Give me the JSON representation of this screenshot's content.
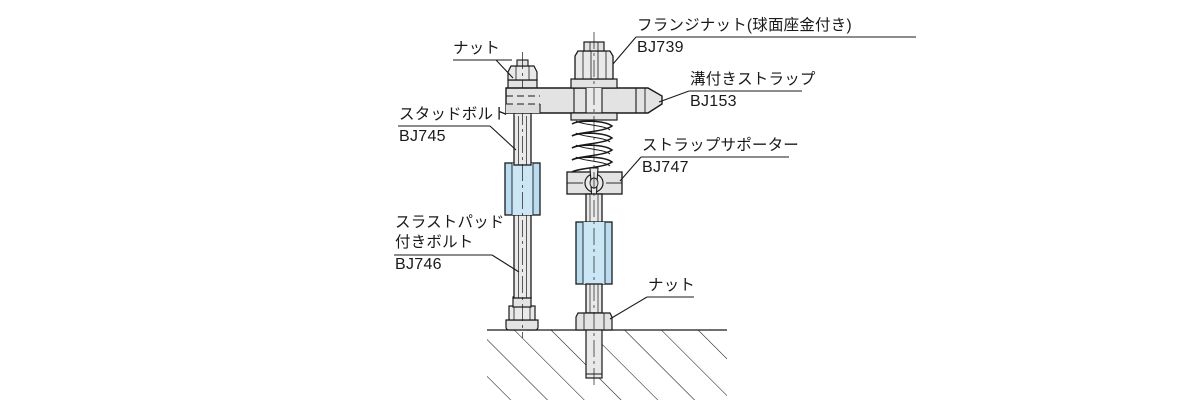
{
  "figure": {
    "type": "technical-cross-section-diagram",
    "title": "",
    "description": "Cross-section assembly drawing of a grooved strap clamp mounted on a hatched base",
    "background_color": "#ffffff",
    "line_color": "#1a1a1a",
    "metal_fill_color": "#e3e3e3",
    "metal_fill_light": "#efefef",
    "highlight_color": "#b8dcf0",
    "highlight_color_dark": "#9ecde8",
    "text_color": "#1a1a1a"
  },
  "callouts": [
    {
      "id": "nut-top-left",
      "caption": "ナット",
      "code": "",
      "underline": true,
      "leader": "diagonal-down-right"
    },
    {
      "id": "flange-nut",
      "caption": "フランジナット(球面座金付き)",
      "code": "BJ739",
      "underline": true,
      "leader": "diagonal-down-left"
    },
    {
      "id": "grooved-strap",
      "caption": "溝付きストラップ",
      "code": "BJ153",
      "underline": true,
      "leader": "diagonal-down-left"
    },
    {
      "id": "stud-bolt",
      "caption": "スタッドボルト",
      "code": "BJ745",
      "underline": true,
      "leader": "diagonal-down-right"
    },
    {
      "id": "strap-supporter",
      "caption": "ストラップサポーター",
      "code": "BJ747",
      "underline": true,
      "leader": "diagonal-down-left"
    },
    {
      "id": "thrust-pad-bolt",
      "caption_line1": "スラストパッド",
      "caption_line2": "付きボルト",
      "code": "BJ746",
      "underline": true,
      "leader": "diagonal-down-right"
    },
    {
      "id": "nut-bottom",
      "caption": "ナット",
      "code": "",
      "underline": true,
      "leader": "diagonal-down-left"
    }
  ],
  "parts": {
    "left_column": {
      "name": "stud-bolt-column",
      "top_nut": "hex-nut",
      "shaft": "threaded-stud",
      "sleeve": "blue-highlight-sleeve",
      "foot": "thrust-pad"
    },
    "right_column": {
      "name": "strap-bolt-column",
      "top_nut": "flange-nut-with-spherical-washer",
      "spring": "compression-spring",
      "supporter": "strap-supporter-block",
      "sleeve": "blue-highlight-sleeve",
      "bottom_nut": "hex-nut",
      "shaft": "threaded-bolt"
    },
    "strap": {
      "name": "grooved-strap-bar",
      "shape": "horizontal-bar-with-chamfered-right-end"
    },
    "base": {
      "name": "hatched-base-material",
      "hatch_angle_deg": 45
    }
  }
}
